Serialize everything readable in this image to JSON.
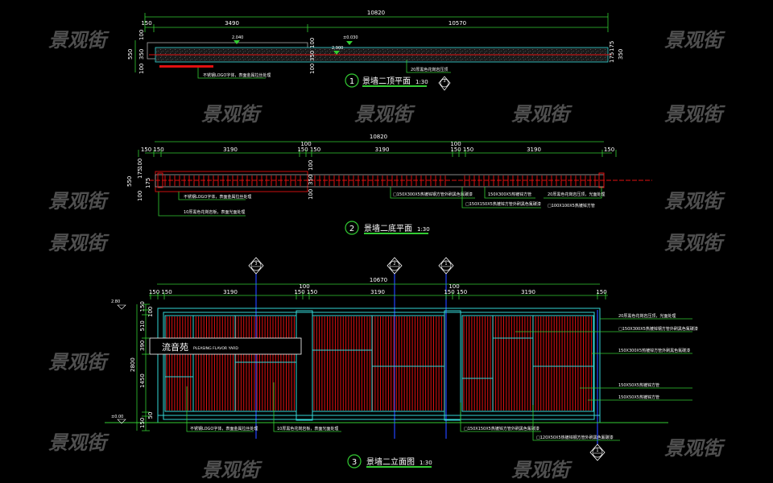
{
  "watermark": "景观街",
  "colors": {
    "background": "#000000",
    "dimension": "#33cc33",
    "outline": "#33d6d6",
    "wood": "#e01010",
    "axis": "#2244ff"
  },
  "plan_top": {
    "number": "1",
    "title": "景墙二顶平面",
    "scale": "1:30",
    "dims_total": "10820",
    "dims_row": [
      "150",
      "3490",
      "10570"
    ],
    "left_dims": [
      "550",
      "100",
      "350",
      "100"
    ],
    "right_dims": [
      "175",
      "175",
      "350"
    ],
    "mid_dims": [
      "100",
      "350",
      "100"
    ],
    "levels": [
      "2.040",
      "±0.030",
      "2.900"
    ],
    "notes": [
      "不锈钢LOGO字体，表面金属拉丝处理",
      "20厚黑色花岗岩压顶"
    ],
    "section_mark": "3"
  },
  "plan_bottom": {
    "number": "2",
    "title": "景墙二底平面",
    "scale": "1:30",
    "dims_total": "10820",
    "dims_row": [
      "150",
      "150",
      "3190",
      "150",
      "150",
      "3190",
      "150",
      "150",
      "3190",
      "150"
    ],
    "dims_upper": [
      "100",
      "100"
    ],
    "left_dims": [
      "550",
      "100",
      "175",
      "175",
      "100"
    ],
    "mid_dims": [
      "100",
      "350",
      "100"
    ],
    "notes": [
      "不锈钢LOGO字体，表面金属拉丝处理",
      "10厚黑色花岗岩板，表面光面处理",
      "□150X300X5热镀锌钢方管外刷黑色氟碳漆",
      "150X300X5热镀锌方管",
      "□150X150X5热镀锌方管外刷黑色氟碳漆",
      "20厚黑色花岗岩压顶，光面处理",
      "□100X100X5热镀锌方管"
    ]
  },
  "elevation": {
    "number": "3",
    "title": "景墙二立面图",
    "scale": "1:30",
    "dims_total": "10670",
    "dims_upper": [
      "100",
      "100"
    ],
    "dims_row": [
      "150",
      "150",
      "3190",
      "150",
      "150",
      "3190",
      "150",
      "150",
      "3190",
      "150"
    ],
    "left_dims": [
      "150",
      "100",
      "510",
      "390",
      "1450",
      "50",
      "150"
    ],
    "height_total": "2800",
    "levels": [
      "2.80",
      "±0.00"
    ],
    "sign_cn": "流音苑",
    "sign_en": "PLEASING FLAVOR YARD",
    "section_marks": [
      "3",
      "2",
      "1",
      "1"
    ],
    "notes_right": [
      "20厚黑色花岗岩压顶，光面处理",
      "□150X300X5热镀锌钢方管外刷黑色氟碳漆",
      "150X300X5热镀锌方管外刷黑色氟碳漆",
      "150X50X5热镀锌方管",
      "150X50X5热镀锌方管"
    ],
    "notes_bottom": [
      "不锈钢LOGO字体，表面金属拉丝处理",
      "10厚黑色花岗岩板，表面光面处理",
      "□150X150X5热镀锌方管外刷黑色氟碳漆",
      "□120X50X5热镀锌钢方管外刷黑色氟碳漆"
    ]
  }
}
